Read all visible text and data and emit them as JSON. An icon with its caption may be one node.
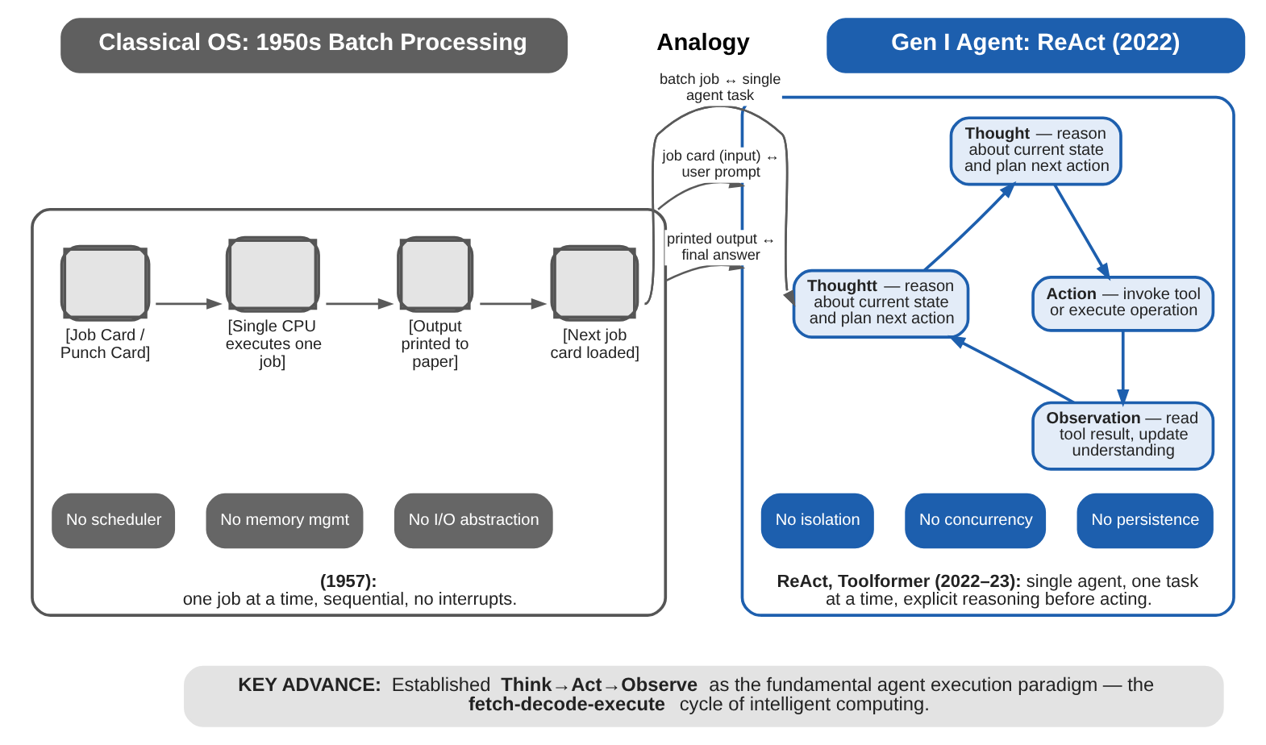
{
  "diagram": {
    "nodes": [
      {
        "text": [
          "Classical OS: 1950s Batch Processing"
        ]
      },
      {
        "text": [
          "(1957):",
          "one job at a time, sequential, no interrupts."
        ]
      },
      {
        "text": [],
        "shape": "box",
        "beside": [
          "[Job Card / Punch Card]"
        ],
        "in": 1
      },
      {
        "text": [],
        "shape": "box",
        "beside": [
          "[Single CPU executes one job]"
        ],
        "in": 1
      },
      {
        "text": [],
        "shape": "box",
        "beside": [
          "[Output printed to paper]"
        ],
        "in": 1
      },
      {
        "text": [],
        "shape": "box",
        "beside": [
          "[Next job card loaded]"
        ],
        "in": 1
      },
      {
        "text": [
          "No scheduler"
        ],
        "in": 1
      },
      {
        "text": [
          "No memory mgmt"
        ],
        "in": 1
      },
      {
        "text": [
          "No I/O abstraction"
        ],
        "in": 1
      },
      {
        "text": [
          "Gen I Agent: ReAct (2022)"
        ]
      },
      {
        "text": [
          "**ReAct, Toolformer (2022–23):** single agent, one task at a time, explicit reasoning before acting."
        ]
      },
      {
        "text": [
          "**Thought** — reason about current state and plan next action"
        ],
        "in": 10
      },
      {
        "text": [
          "**Action** — invoke tool or execute operation"
        ],
        "in": 10
      },
      {
        "text": [
          "**Observation** — read tool result, update understanding"
        ],
        "in": 10
      },
      {
        "text": [
          "**Thoughtt** — reason about current state and plan next action"
        ],
        "in": 10
      },
      {
        "text": [
          "No concurrency"
        ],
        "in": 10
      },
      {
        "text": [
          "No persistence"
        ],
        "in": 10
      },
      {
        "text": [
          "No isolation"
        ],
        "in": 10
      },
      {
        "text": [
          "**KEY ADVANCE:** Established **Think→Act→Observe** as the fundamental agent execution paradigm — the **fetch-decode-execute** cycle of intelligent computing."
        ]
      }
    ],
    "edges": [
      {
        "from": 2,
        "to": 3,
        "arrow": "to"
      },
      {
        "from": 3,
        "to": 4,
        "arrow": "to"
      },
      {
        "from": 4,
        "to": 5,
        "arrow": "to"
      },
      {
        "from": 11,
        "to": 12,
        "arrow": "to",
        "color": "#1d5fae"
      },
      {
        "from": 12,
        "to": 13,
        "arrow": "to",
        "color": "#1d5fae"
      },
      {
        "from": 13,
        "to": 14,
        "arrow": "to",
        "color": "#1d5fae"
      },
      {
        "from": 14,
        "to": 11,
        "arrow": "to",
        "color": "#1d5fae"
      },
      {
        "from": 1,
        "to": 10,
        "arrow": "to",
        "label": "batch job ↔ single agent task"
      },
      {
        "from": 1,
        "to": 10,
        "arrow": "to",
        "label": "job card (input) ↔ user prompt"
      },
      {
        "from": 1,
        "to": 10,
        "arrow": "to",
        "label": "printed output ↔ final answer"
      }
    ],
    "labels": [
      "Analogy"
    ]
  }
}
